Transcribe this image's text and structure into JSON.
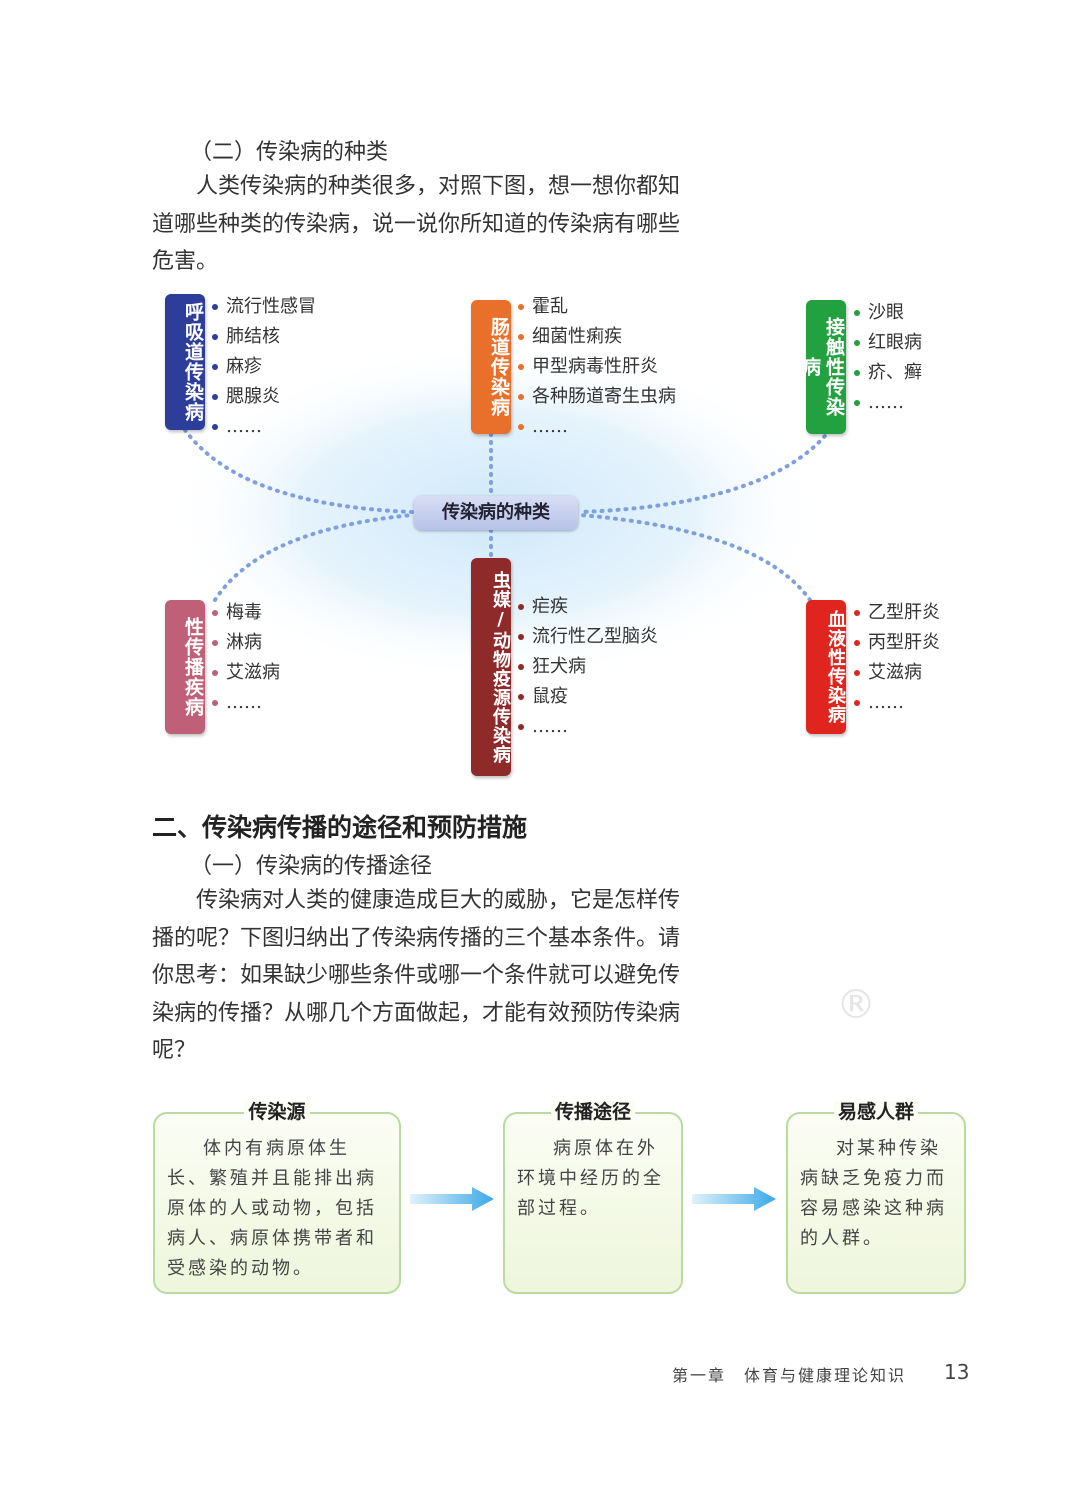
{
  "section1": {
    "subheading": "（二）传染病的种类",
    "paragraph": "人类传染病的种类很多，对照下图，想一想你都知道哪些种类的传染病，说一说你所知道的传染病有哪些危害。"
  },
  "diagram": {
    "center": "传染病的种类",
    "categories": [
      {
        "name": "呼吸道传染病",
        "color": "#2c3d9a",
        "items": [
          "流行性感冒",
          "肺结核",
          "麻疹",
          "腮腺炎",
          "……"
        ]
      },
      {
        "name": "肠道传染病",
        "color": "#e8702a",
        "items": [
          "霍乱",
          "细菌性痢疾",
          "甲型病毒性肝炎",
          "各种肠道寄生虫病",
          "……"
        ]
      },
      {
        "name": "接触性传染病",
        "color": "#23a040",
        "items": [
          "沙眼",
          "红眼病",
          "疥、癣",
          "……"
        ]
      },
      {
        "name": "性传播疾病",
        "color": "#c06078",
        "items": [
          "梅毒",
          "淋病",
          "艾滋病",
          "……"
        ]
      },
      {
        "name": "虫媒/动物疫源传染病",
        "color": "#8e2a2a",
        "items": [
          "疟疾",
          "流行性乙型脑炎",
          "狂犬病",
          "鼠疫",
          "……"
        ]
      },
      {
        "name": "血液性传染病",
        "color": "#e0241e",
        "items": [
          "乙型肝炎",
          "丙型肝炎",
          "艾滋病",
          "……"
        ]
      }
    ]
  },
  "section2": {
    "heading": "二、传染病传播的途径和预防措施",
    "subheading": "（一）传染病的传播途径",
    "paragraph": "传染病对人类的健康造成巨大的威胁，它是怎样传播的呢？下图归纳出了传染病传播的三个基本条件。请你思考：如果缺少哪些条件或哪一个条件就可以避免传染病的传播？从哪几个方面做起，才能有效预防传染病呢？"
  },
  "conditions": [
    {
      "title": "传染源",
      "text": "体内有病原体生长、繁殖并且能排出病原体的人或动物，包括病人、病原体携带者和受感染的动物。"
    },
    {
      "title": "传播途径",
      "text": "病原体在外环境中经历的全部过程。"
    },
    {
      "title": "易感人群",
      "text": "对某种传染病缺乏免疫力而容易感染这种病的人群。"
    }
  ],
  "footer": {
    "chapter": "第一章　体育与健康理论知识",
    "page": "13"
  },
  "colors": {
    "arrow": "#3aa8e8",
    "box_border": "#b8dba0"
  }
}
